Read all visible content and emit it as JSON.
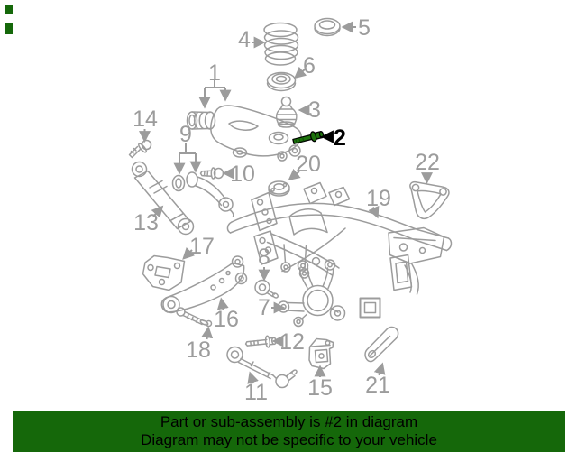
{
  "banner": {
    "line1": "Part or sub-assembly is #2 in diagram",
    "line2": "Diagram may not be specific to your vehicle"
  },
  "highlight": {
    "part": "2",
    "color": "#1d720c"
  },
  "colors": {
    "banner_bg": "#15680a",
    "line": "#9c9c9c",
    "label": "#9c9c9c",
    "highlight_label": "#000000",
    "background": "#ffffff"
  },
  "labels": [
    {
      "text": "1"
    },
    {
      "text": "2"
    },
    {
      "text": "3"
    },
    {
      "text": "4"
    },
    {
      "text": "5"
    },
    {
      "text": "6"
    },
    {
      "text": "7"
    },
    {
      "text": "8"
    },
    {
      "text": "9"
    },
    {
      "text": "10"
    },
    {
      "text": "11"
    },
    {
      "text": "12"
    },
    {
      "text": "13"
    },
    {
      "text": "14"
    },
    {
      "text": "15"
    },
    {
      "text": "16"
    },
    {
      "text": "17"
    },
    {
      "text": "18"
    },
    {
      "text": "19"
    },
    {
      "text": "20"
    },
    {
      "text": "21"
    },
    {
      "text": "22"
    }
  ]
}
